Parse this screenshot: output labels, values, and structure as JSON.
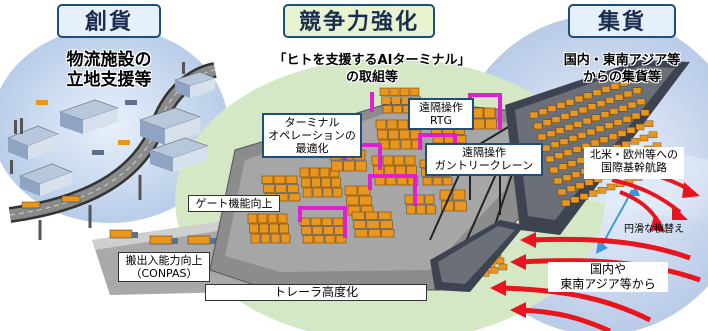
{
  "headers": {
    "left": "創貨",
    "middle": "競争力強化",
    "right": "集貨"
  },
  "left_caption": {
    "line1": "物流施設の",
    "line2": "立地支援等"
  },
  "center_caption": {
    "line1": "「ヒトを支援するAIターミナル」",
    "line2": "の取組等"
  },
  "right_caption": {
    "line1": "国内・東南アジア等",
    "line2": "からの集貨等"
  },
  "labels": {
    "remote_rtg": {
      "line1": "遠隔操作",
      "line2": "RTG"
    },
    "terminal_opt": {
      "line1": "ターミナル",
      "line2": "オペレーションの",
      "line3": "最適化"
    },
    "remote_crane": {
      "line1": "遠隔操作",
      "line2": "ガントリークレーン"
    },
    "gate": "ゲート機能向上",
    "conpas": {
      "line1": "搬出入能力向上",
      "line2": "（CONPAS）"
    },
    "trailer": "トレーラ高度化",
    "route": {
      "line1": "北米・欧州等への",
      "line2": "国際基幹航路"
    },
    "transship": "円滑な積替え",
    "domestic": {
      "line1": "国内や",
      "line2": "東南アジア等から"
    }
  },
  "colors": {
    "header_border": "#1f4e79",
    "green_area": "#d5e8c5",
    "blue_area": "#c9d8ee",
    "magenta": "#e020d0",
    "container": "#e8961e",
    "arrow_red": "#e8141e",
    "arrow_blue": "#3a9ad9"
  }
}
